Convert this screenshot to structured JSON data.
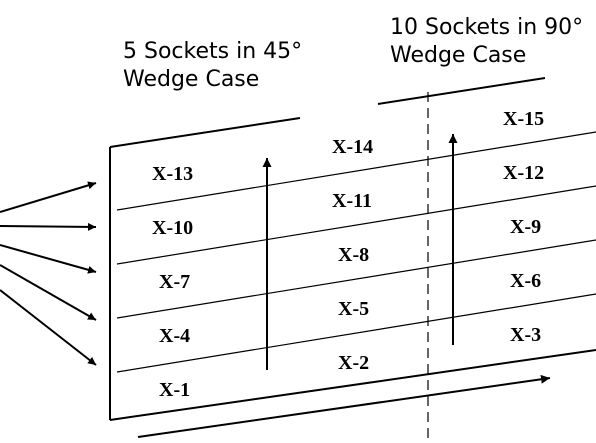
{
  "diagram": {
    "title_left": [
      "5 Sockets in 45°",
      "Wedge Case"
    ],
    "title_right": [
      "10 Sockets in 90°",
      "Wedge Case"
    ],
    "socket_labels_left": [
      "X-13",
      "X-10",
      "X-7",
      "X-4",
      "X-1"
    ],
    "socket_labels_middle": [
      "X-14",
      "X-11",
      "X-8",
      "X-5",
      "X-2"
    ],
    "socket_labels_right": [
      "X-15",
      "X-12",
      "X-9",
      "X-6",
      "X-3"
    ],
    "colors": {
      "line": "#000000",
      "background": "#ffffff"
    }
  }
}
